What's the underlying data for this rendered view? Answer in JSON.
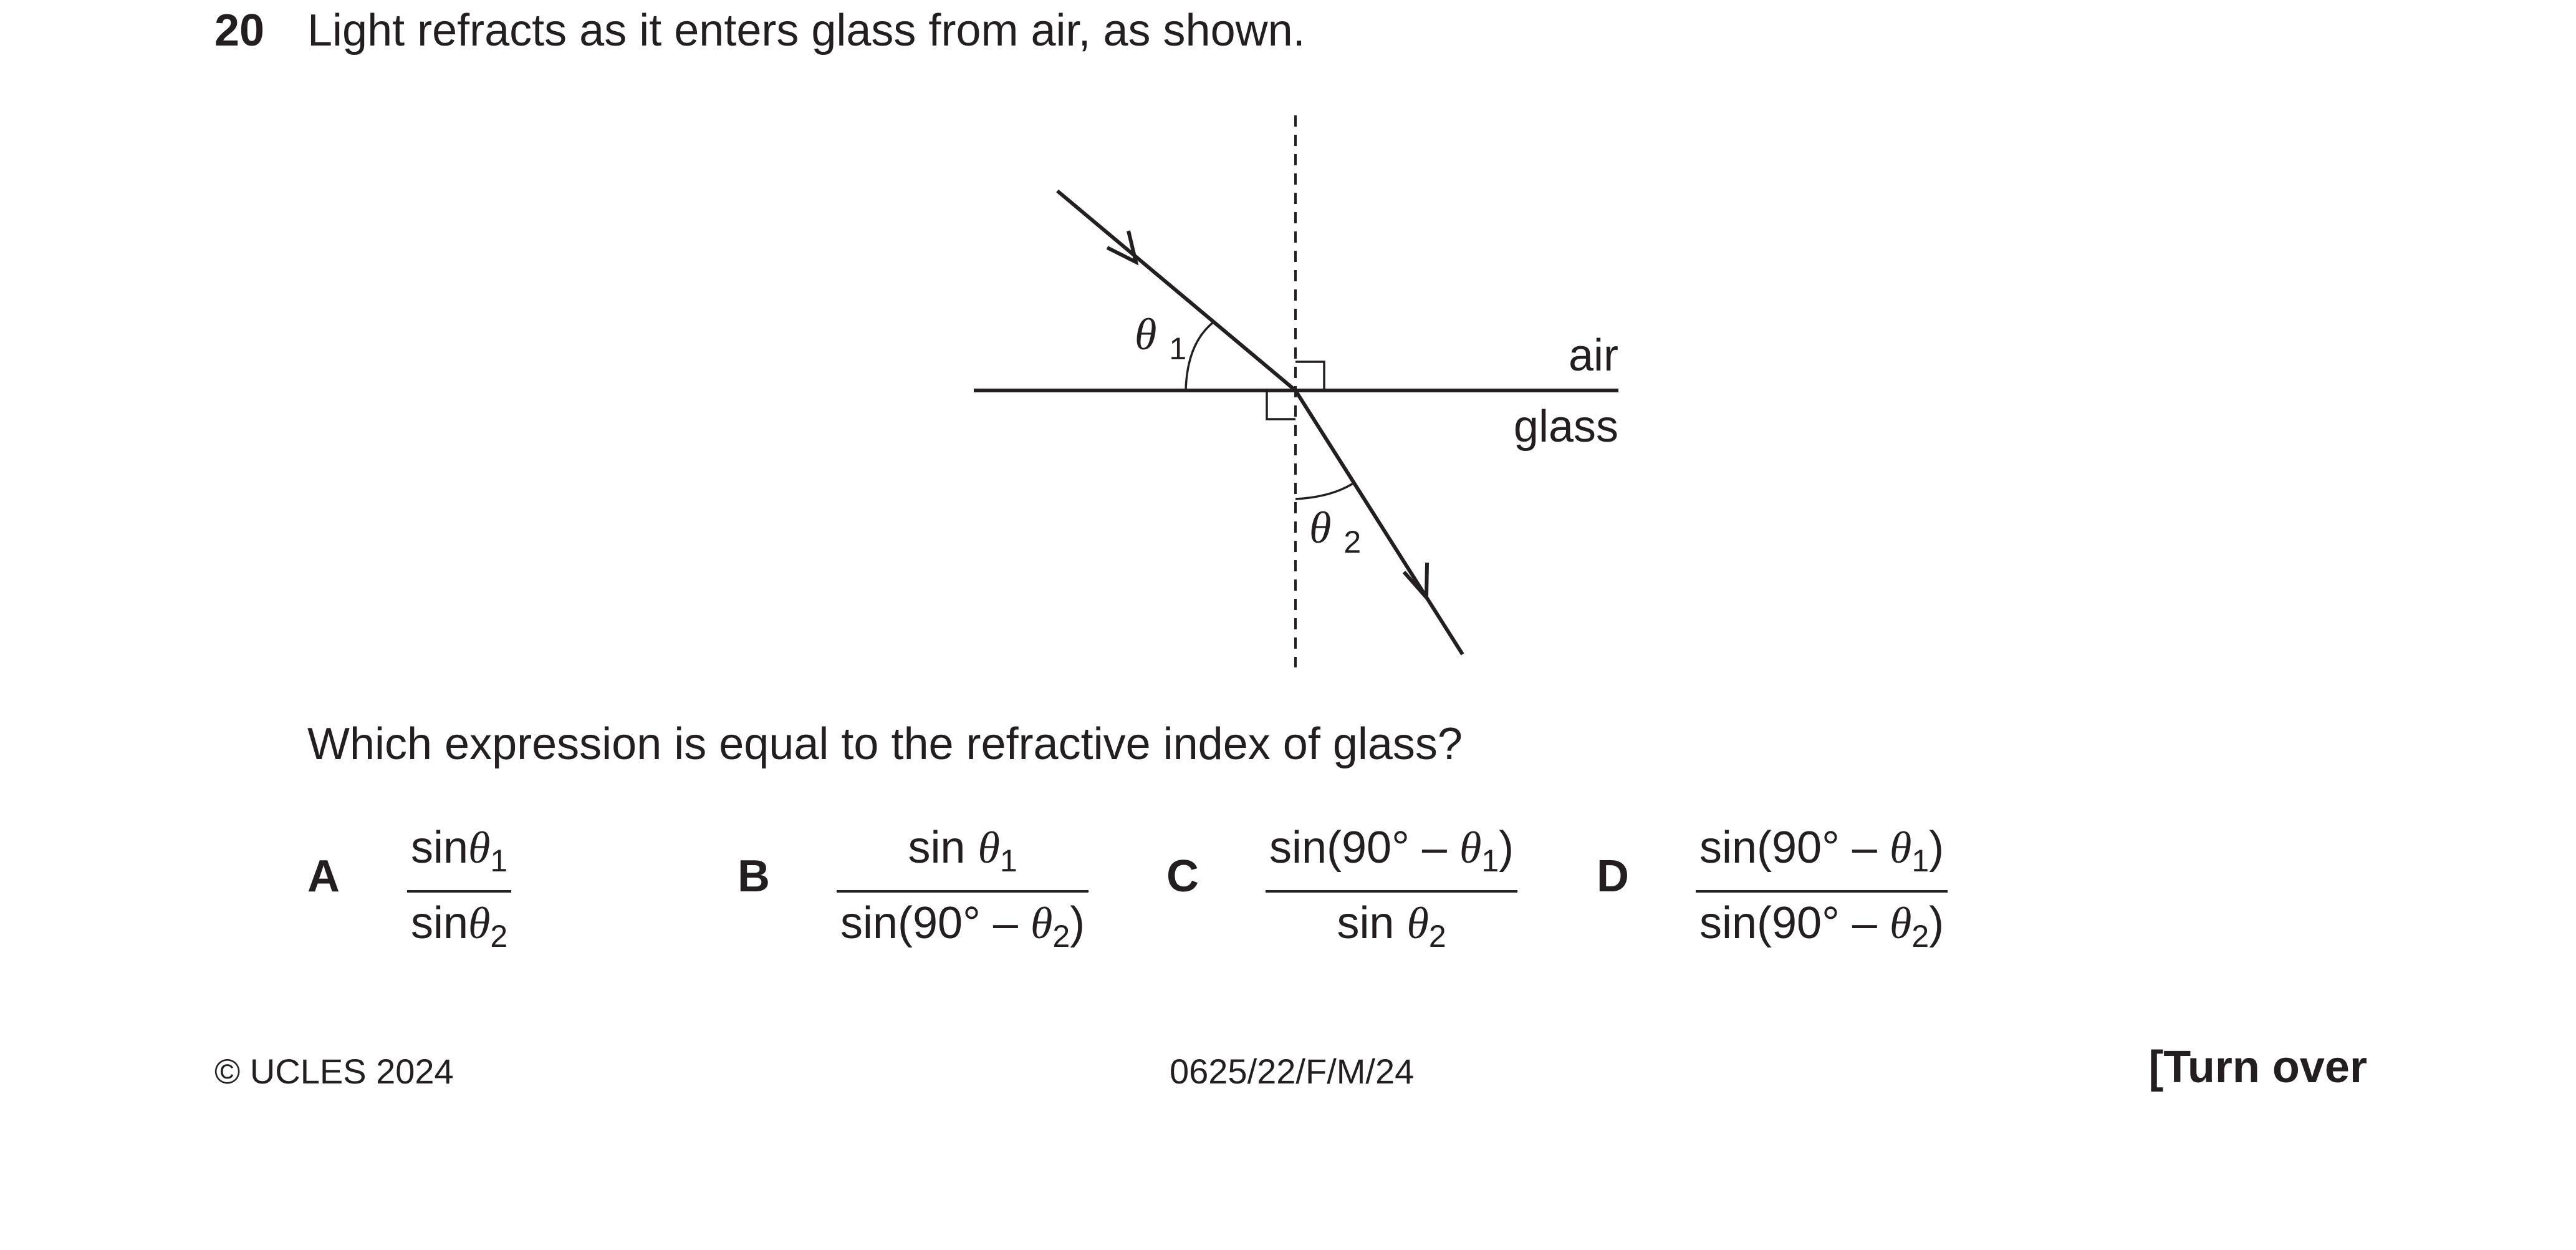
{
  "question": {
    "number": "20",
    "stem": "Light refracts as it enters glass from air, as shown.",
    "prompt": "Which expression is equal to the refractive index of glass?"
  },
  "diagram": {
    "medium_top": "air",
    "medium_bottom": "glass",
    "angle1_symbol": "θ",
    "angle1_subscript": "1",
    "angle2_symbol": "θ",
    "angle2_subscript": "2"
  },
  "options": [
    {
      "letter": "A",
      "numerator": {
        "pre": "sin",
        "theta": "θ",
        "sub": "1",
        "post": ""
      },
      "denominator": {
        "pre": "sin",
        "theta": "θ",
        "sub": "2",
        "post": ""
      }
    },
    {
      "letter": "B",
      "numerator": {
        "pre": "sin ",
        "theta": "θ",
        "sub": "1",
        "post": ""
      },
      "denominator": {
        "pre": "sin(90° – ",
        "theta": "θ",
        "sub": "2",
        "post": ")"
      }
    },
    {
      "letter": "C",
      "numerator": {
        "pre": "sin(90° – ",
        "theta": "θ",
        "sub": "1",
        "post": ")"
      },
      "denominator": {
        "pre": "sin ",
        "theta": "θ",
        "sub": "2",
        "post": ""
      }
    },
    {
      "letter": "D",
      "numerator": {
        "pre": "sin(90° – ",
        "theta": "θ",
        "sub": "1",
        "post": ")"
      },
      "denominator": {
        "pre": "sin(90° – ",
        "theta": "θ",
        "sub": "2",
        "post": ")"
      }
    }
  ],
  "footer": {
    "copyright": "© UCLES 2024",
    "code": "0625/22/F/M/24",
    "turn_over": "[Turn over"
  }
}
